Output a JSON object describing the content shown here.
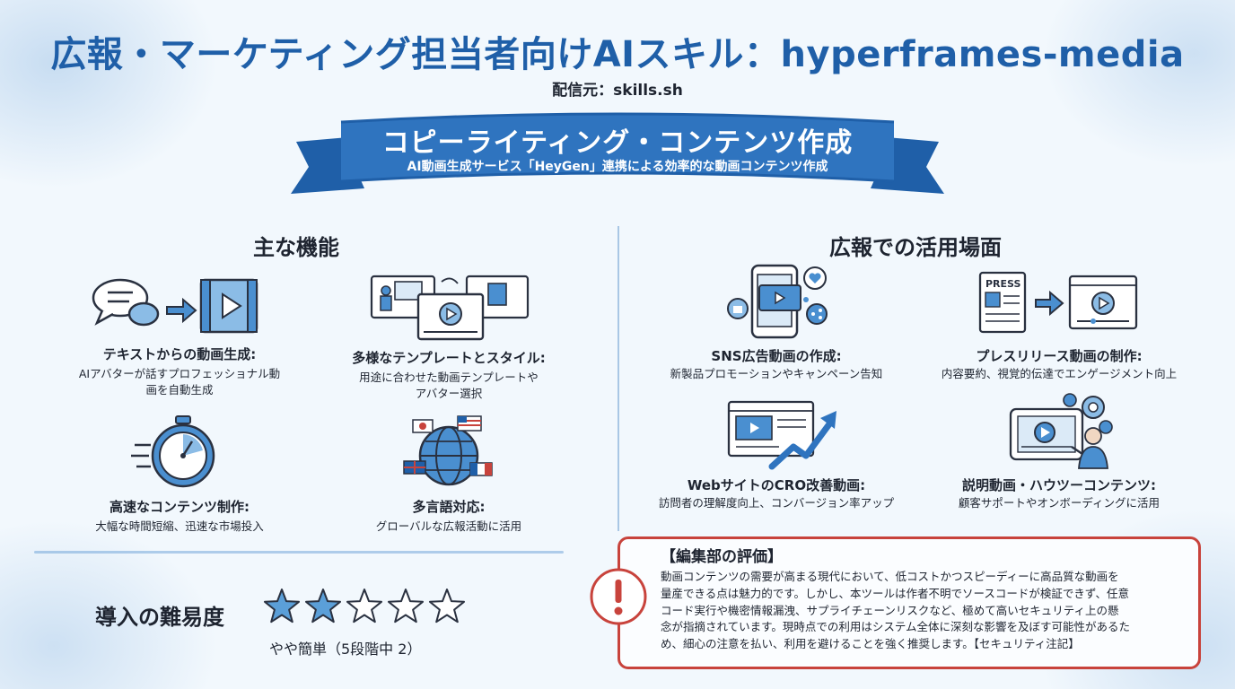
{
  "header": {
    "title": "広報・マーケティング担当者向けAIスキル：hyperframes-media",
    "source": "配信元：skills.sh"
  },
  "ribbon": {
    "main": "コピーライティング・コンテンツ作成",
    "sub": "AI動画生成サービス「HeyGen」連携による効率的な動画コンテンツ作成"
  },
  "features": {
    "heading": "主な機能",
    "items": [
      {
        "title": "テキストからの動画生成:",
        "desc_lines": [
          "AIアバターが話すプロフェッショナル動",
          "画を自動生成"
        ],
        "icon": "text-to-video-icon"
      },
      {
        "title": "多様なテンプレートとスタイル:",
        "desc_lines": [
          "用途に合わせた動画テンプレートや",
          "アバター選択"
        ],
        "icon": "templates-icon"
      },
      {
        "title": "高速なコンテンツ制作:",
        "desc_lines": [
          "大幅な時間短縮、迅速な市場投入"
        ],
        "icon": "stopwatch-icon"
      },
      {
        "title": "多言語対応:",
        "desc_lines": [
          "グローバルな広報活動に活用"
        ],
        "icon": "globe-flags-icon"
      }
    ]
  },
  "usecases": {
    "heading": "広報での活用場面",
    "items": [
      {
        "title": "SNS広告動画の作成:",
        "desc_lines": [
          "新製品プロモーションやキャンペーン告知"
        ],
        "icon": "sns-phone-icon"
      },
      {
        "title": "プレスリリース動画の制作:",
        "desc_lines": [
          "内容要約、視覚的伝達でエンゲージメント向上"
        ],
        "icon": "press-to-video-icon",
        "press_label": "PRESS"
      },
      {
        "title": "WebサイトのCRO改善動画:",
        "desc_lines": [
          "訪問者の理解度向上、コンバージョン率アップ"
        ],
        "icon": "website-growth-icon"
      },
      {
        "title": "説明動画・ハウツーコンテンツ:",
        "desc_lines": [
          "顧客サポートやオンボーディングに活用"
        ],
        "icon": "tablet-presenter-icon"
      }
    ]
  },
  "difficulty": {
    "label": "導入の難易度",
    "rating": 2,
    "max": 5,
    "note": "やや簡単（5段階中 2）"
  },
  "editor": {
    "title": "【編集部の評価】",
    "body_lines": [
      "動画コンテンツの需要が高まる現代において、低コストかつスピーディーに高品質な動画を",
      "量産できる点は魅力的です。しかし、本ツールは作者不明でソースコードが検証できず、任意",
      "コード実行や機密情報漏洩、サプライチェーンリスクなど、極めて高いセキュリティ上の懸",
      "念が指摘されています。現時点での利用はシステム全体に深刻な影響を及ぼす可能性があるた",
      "め、細心の注意を払い、利用を避けることを強く推奨します。【セキュリティ注記】"
    ]
  },
  "colors": {
    "title": "#1f5fa8",
    "ribbon": "#2f74bf",
    "accent": "#5b9fd8",
    "warning": "#c8433c"
  }
}
